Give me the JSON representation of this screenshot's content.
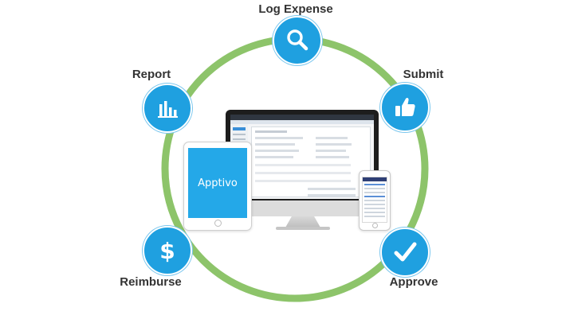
{
  "cycle": {
    "ring_color": "#8dc46a",
    "node_color": "#1fa0e0",
    "steps": [
      {
        "label": "Log Expense",
        "icon": "magnifier-icon"
      },
      {
        "label": "Submit",
        "icon": "thumbs-up-icon"
      },
      {
        "label": "Approve",
        "icon": "checkmark-icon"
      },
      {
        "label": "Reimburse",
        "icon": "dollar-icon"
      },
      {
        "label": "Report",
        "icon": "bar-chart-icon"
      }
    ]
  },
  "devices": {
    "tablet_brand": "Apptivo",
    "monitor_icon": "desktop-monitor-icon",
    "phone_icon": "smartphone-icon"
  }
}
